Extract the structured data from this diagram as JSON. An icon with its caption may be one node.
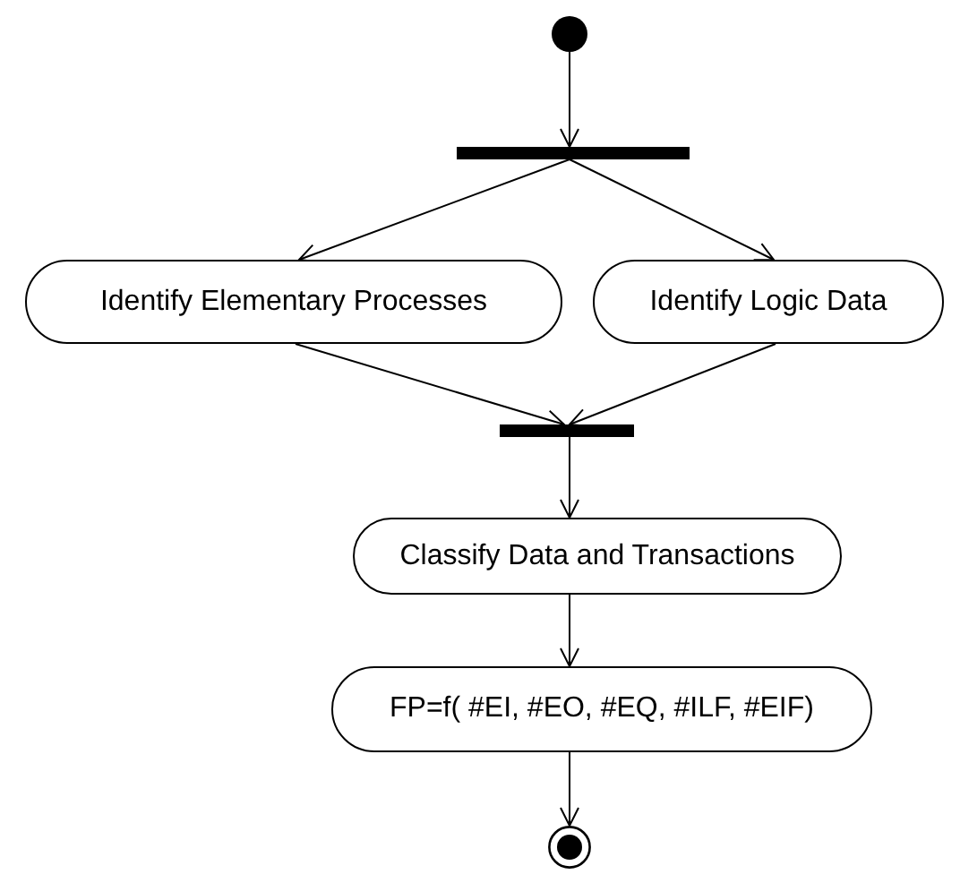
{
  "diagram": {
    "nodes": [
      {
        "text": [],
        "shape": "circle"
      },
      {
        "text": [],
        "shape": "bar"
      },
      {
        "text": [
          "Identify Elementary Processes"
        ]
      },
      {
        "text": [
          "Identify Logic Data"
        ]
      },
      {
        "text": [],
        "shape": "bar"
      },
      {
        "text": [
          "Classify Data and Transactions"
        ]
      },
      {
        "text": [
          "FP=f( #EI, #EO, #EQ, #ILF, #EIF)"
        ]
      },
      {
        "text": [],
        "shape": "bullseye"
      }
    ],
    "edges": [
      {
        "from": 0,
        "to": 1,
        "arrow": "to"
      },
      {
        "from": 1,
        "to": 2,
        "arrow": "to"
      },
      {
        "from": 1,
        "to": 3,
        "arrow": "to"
      },
      {
        "from": 2,
        "to": 4,
        "arrow": "to"
      },
      {
        "from": 3,
        "to": 4,
        "arrow": "to"
      },
      {
        "from": 4,
        "to": 5,
        "arrow": "to"
      },
      {
        "from": 5,
        "to": 6,
        "arrow": "to"
      },
      {
        "from": 6,
        "to": 7,
        "arrow": "to"
      }
    ]
  }
}
